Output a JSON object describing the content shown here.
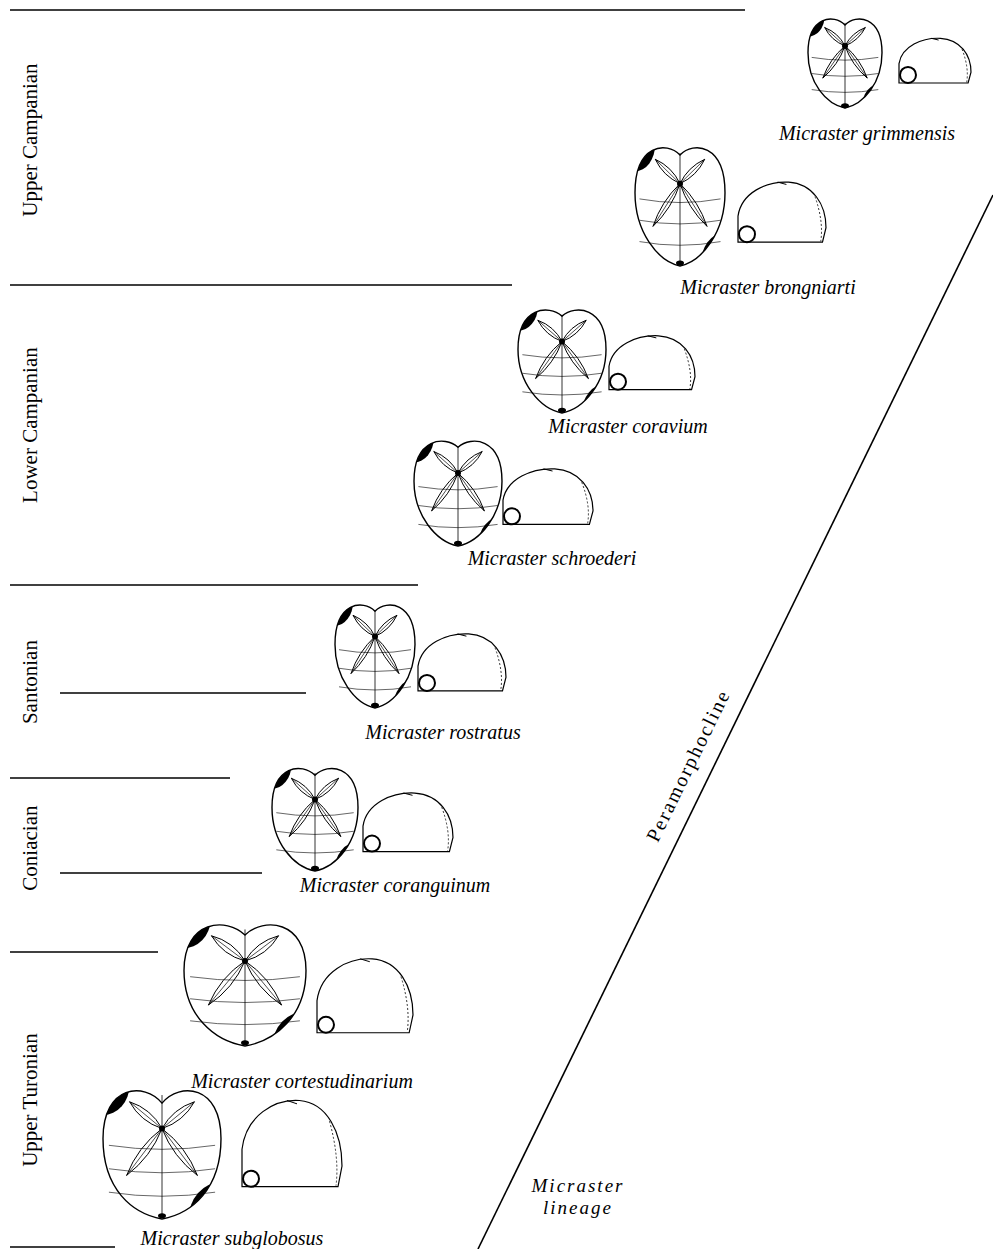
{
  "diagram": {
    "labels": [
      "Upper Campanian",
      "Lower Campanian",
      "Santonian",
      "Coniacian",
      "Upper Turonian",
      "Micraster grimmensis",
      "Micraster brongniarti",
      "Micraster coravium",
      "Micraster schroederi",
      "Micraster rostratus",
      "Micraster coranguinum",
      "Micraster cortestudinarium",
      "Micraster subglobosus",
      "Peramorphocline",
      "Micraster lineage"
    ]
  }
}
